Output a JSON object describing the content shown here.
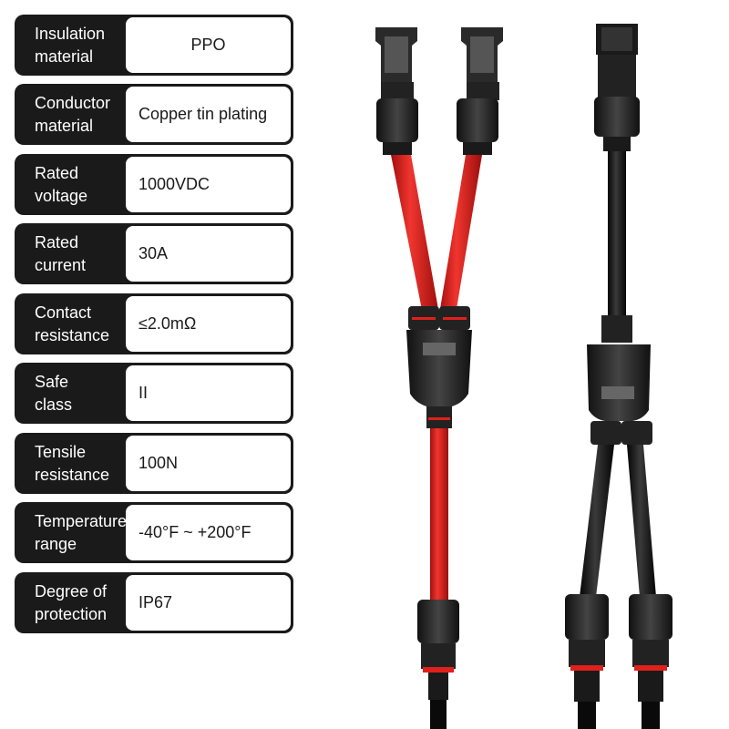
{
  "specs": [
    {
      "label": "Insulation\nmaterial",
      "value": "PPO"
    },
    {
      "label": "Conductor\nmaterial",
      "value": "Copper tin plating"
    },
    {
      "label": "Rated\nvoltage",
      "value": "1000VDC"
    },
    {
      "label": "Rated\ncurrent",
      "value": "30A"
    },
    {
      "label": "Contact\nresistance",
      "value": "≤2.0mΩ"
    },
    {
      "label": "Safe\nclass",
      "value": "II"
    },
    {
      "label": "Tensile\nresistance",
      "value": "100N"
    },
    {
      "label": "Temperature\nrange",
      "value": "-40°F ~ +200°F"
    },
    {
      "label": "Degree of\nprotection",
      "value": "IP67"
    }
  ],
  "colors": {
    "label_bg": "#1a1a1a",
    "value_bg": "#ffffff",
    "red_cable": "#e0201c",
    "black_cable": "#111111"
  }
}
